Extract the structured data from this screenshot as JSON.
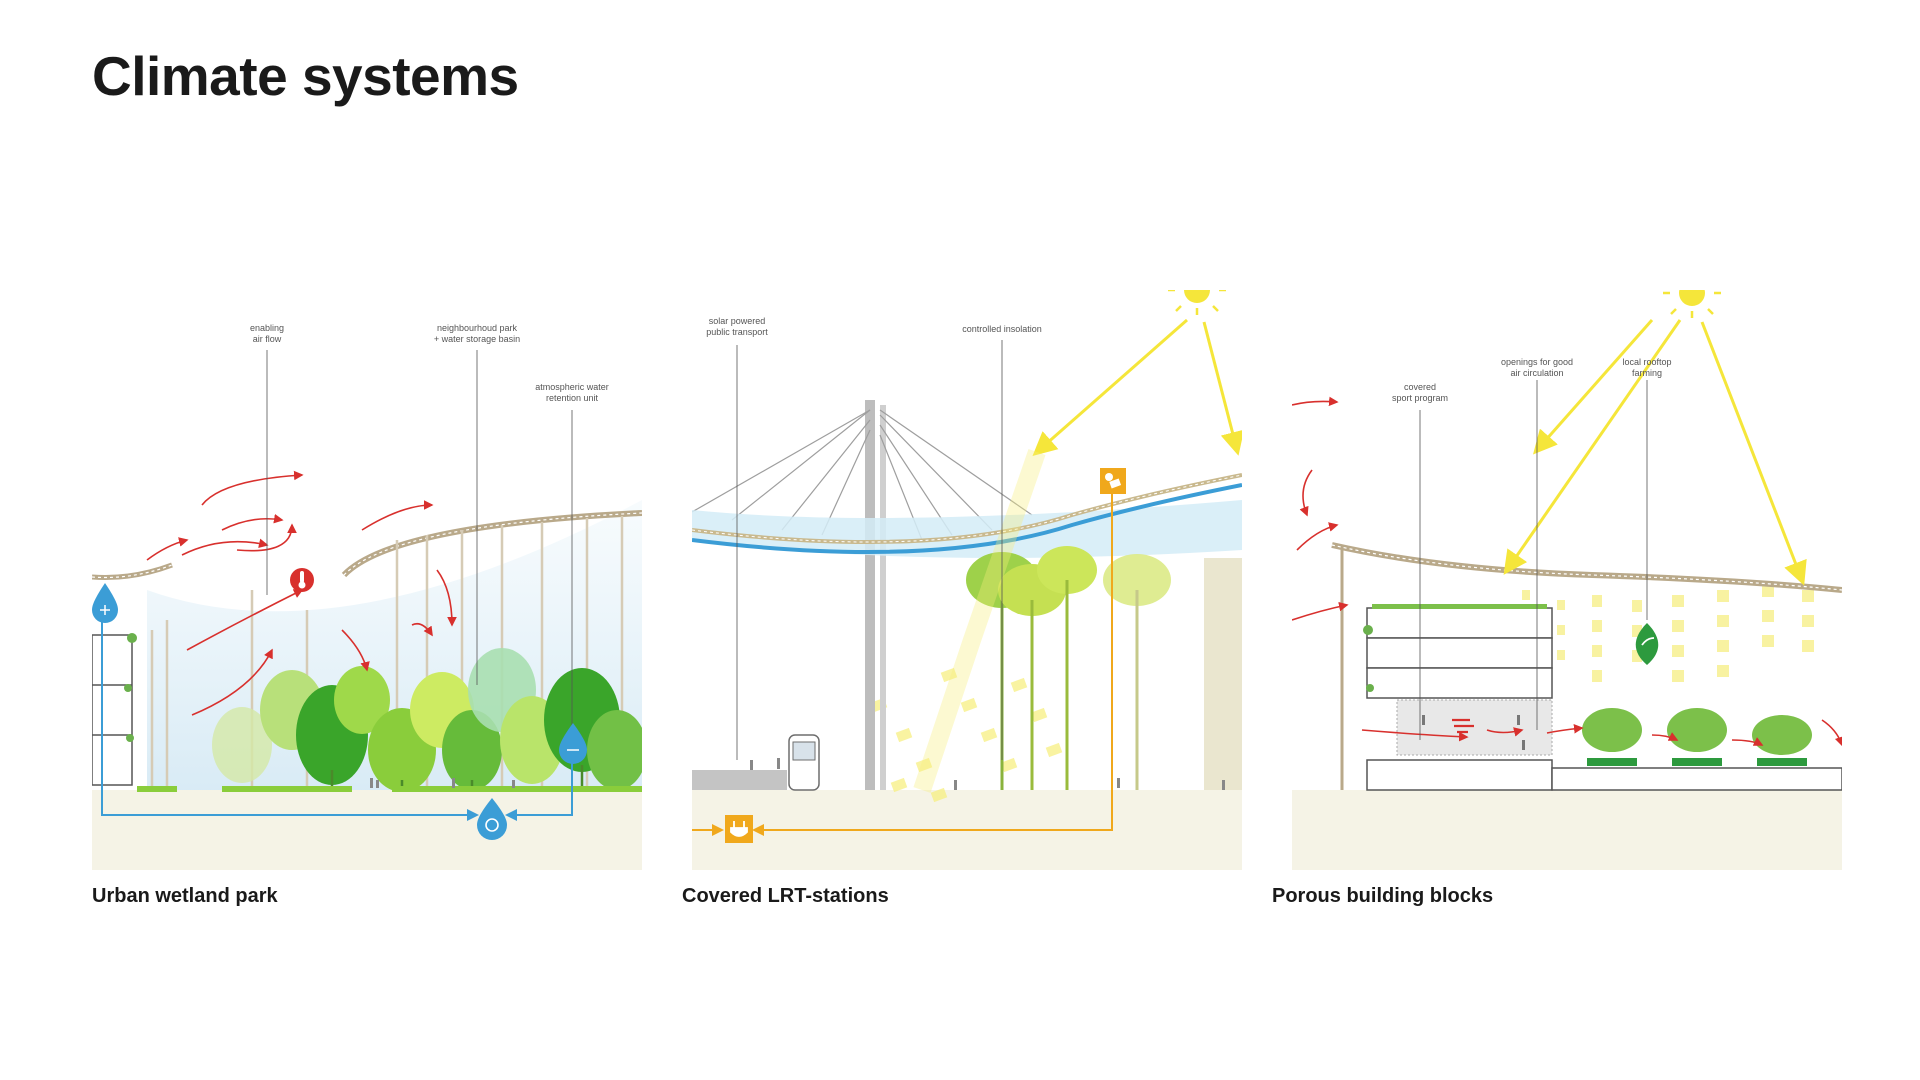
{
  "title": "Climate systems",
  "panels": [
    {
      "caption": "Urban wetland park",
      "labels": {
        "air_flow_1": "enabling",
        "air_flow_2": "air flow",
        "park_1": "neighbourhoud park",
        "park_2": "+ water storage basin",
        "water_1": "atmospheric water",
        "water_2": "retention unit"
      }
    },
    {
      "caption": "Covered LRT-stations",
      "labels": {
        "solar_1": "solar powered",
        "solar_2": "public transport",
        "insolation": "controlled insolation"
      }
    },
    {
      "caption": "Porous building blocks",
      "labels": {
        "sport_1": "covered",
        "sport_2": "sport program",
        "openings_1": "openings for good",
        "openings_2": "air circulation",
        "farming_1": "local rooftop",
        "farming_2": "farming"
      }
    }
  ],
  "colors": {
    "ground": "#f5f3e6",
    "roof": "#b9a98a",
    "green_dark": "#3aa52a",
    "green_light": "#b8e07a",
    "water_blue": "#3b9dd6",
    "air_red": "#d8302d",
    "solar_yellow": "#f5e63a",
    "energy_orange": "#f0a81c",
    "farm_green": "#2d9a3e"
  },
  "icons": [
    "water-drop-icon",
    "thermometer-icon",
    "water-cycle-icon",
    "solar-panel-icon",
    "power-plug-icon",
    "sun-icon",
    "wind-icon",
    "leaf-icon"
  ]
}
